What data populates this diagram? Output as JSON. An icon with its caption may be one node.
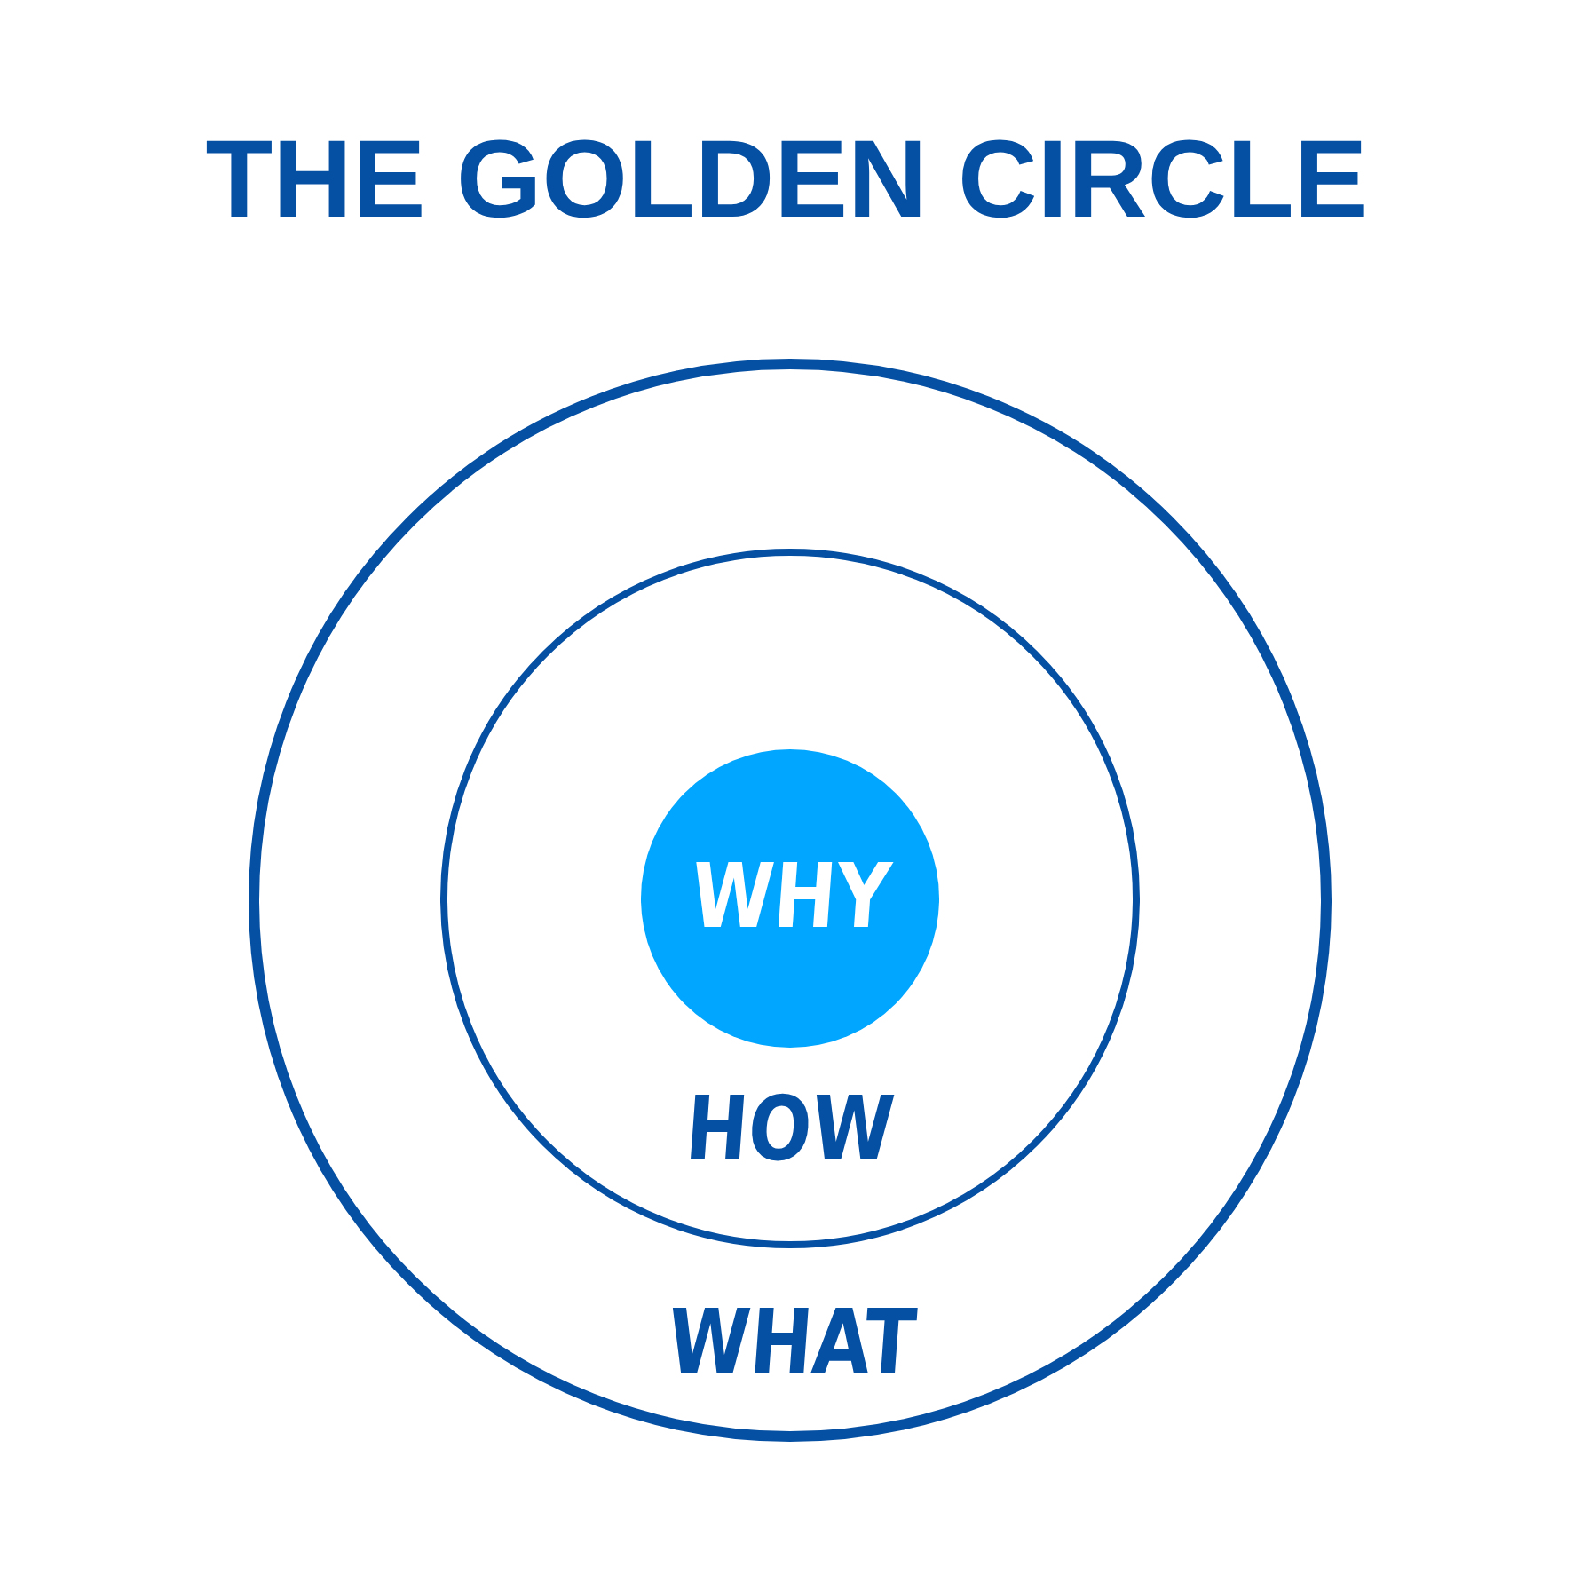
{
  "diagram": {
    "title": "THE GOLDEN CIRCLE",
    "nodes": [
      {
        "text": [
          "WHAT"
        ]
      },
      {
        "text": [
          "HOW"
        ],
        "in": 0
      },
      {
        "text": [
          "WHY"
        ],
        "in": 1
      }
    ]
  }
}
